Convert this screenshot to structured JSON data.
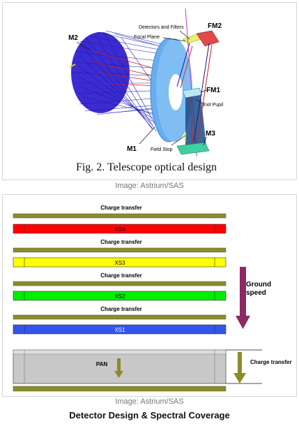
{
  "figure1": {
    "caption": "Fig. 2. Telescope optical design",
    "credit": "Image: Astrium/SAS",
    "labels": {
      "m2": "M2",
      "m1": "M1",
      "fm1": "FM1",
      "fm2": "FM2",
      "m3": "M3",
      "detectors": "Detectors and Filters",
      "focal_plane": "Focal Plane",
      "exit_pupil": "Exit Pupil",
      "field_stop": "Field Stop"
    }
  },
  "figure2": {
    "credit": "Image: Astrium/SAS",
    "title": "Detector Design & Spectral Coverage",
    "charge_transfer_label": "Charge transfer",
    "bands": {
      "xs4": "XS4",
      "xs3": "XS3",
      "xs2": "XS2",
      "xs1": "XS1",
      "pan": "PAN"
    },
    "ground_speed_line1": "Ground",
    "ground_speed_line2": "speed",
    "side_charge_transfer": "Charge transfer",
    "colors": {
      "xs4": "#ff0000",
      "xs3": "#ffff00",
      "xs2": "#00ee00",
      "xs1": "#3355ee",
      "pan": "#c8c8c8",
      "transfer_bar": "#8b8b2a",
      "ground_arrow": "#8b2a63"
    }
  }
}
